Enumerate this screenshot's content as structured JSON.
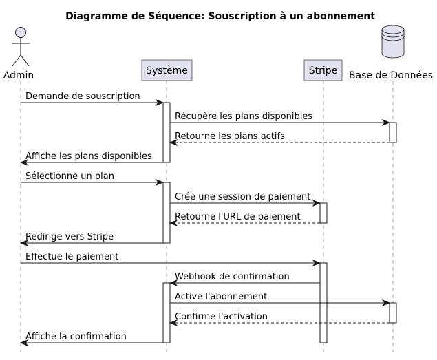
{
  "title": "Diagramme de Séquence: Souscription à un abonnement",
  "participants": [
    {
      "id": "admin",
      "label": "Admin",
      "kind": "actor"
    },
    {
      "id": "systeme",
      "label": "Système",
      "kind": "participant"
    },
    {
      "id": "stripe",
      "label": "Stripe",
      "kind": "participant"
    },
    {
      "id": "db",
      "label": "Base de Données",
      "kind": "database"
    }
  ],
  "messages": [
    {
      "from": "admin",
      "to": "systeme",
      "label": "Demande de souscription",
      "style": "solid"
    },
    {
      "from": "systeme",
      "to": "db",
      "label": "Récupère les plans disponibles",
      "style": "solid"
    },
    {
      "from": "db",
      "to": "systeme",
      "label": "Retourne les plans actifs",
      "style": "dashed"
    },
    {
      "from": "systeme",
      "to": "admin",
      "label": "Affiche les plans disponibles",
      "style": "solid"
    },
    {
      "from": "admin",
      "to": "systeme",
      "label": "Sélectionne un plan",
      "style": "solid"
    },
    {
      "from": "systeme",
      "to": "stripe",
      "label": "Crée une session de paiement",
      "style": "solid"
    },
    {
      "from": "stripe",
      "to": "systeme",
      "label": "Retourne l'URL de paiement",
      "style": "dashed"
    },
    {
      "from": "systeme",
      "to": "admin",
      "label": "Redirige vers Stripe",
      "style": "solid"
    },
    {
      "from": "admin",
      "to": "stripe",
      "label": "Effectue le paiement",
      "style": "solid"
    },
    {
      "from": "stripe",
      "to": "systeme",
      "label": "Webhook de confirmation",
      "style": "solid"
    },
    {
      "from": "systeme",
      "to": "db",
      "label": "Active l'abonnement",
      "style": "solid"
    },
    {
      "from": "db",
      "to": "systeme",
      "label": "Confirme l'activation",
      "style": "dashed"
    },
    {
      "from": "systeme",
      "to": "admin",
      "label": "Affiche la confirmation",
      "style": "solid"
    }
  ],
  "colors": {
    "participant_fill": "#e2e2f0",
    "participant_border": "#181818",
    "activation_fill": "#ffffff",
    "lifeline": "#a0a0a0",
    "arrow": "#181818"
  }
}
